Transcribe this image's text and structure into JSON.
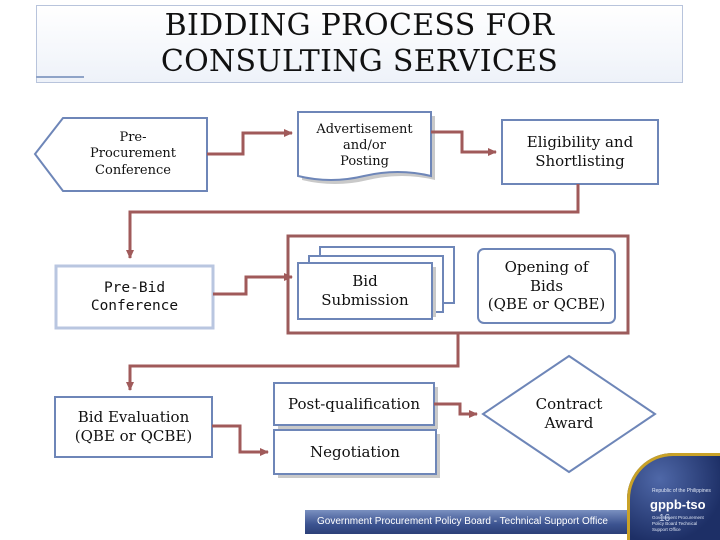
{
  "title": {
    "line1": "BIDDING PROCESS FOR",
    "line2": "CONSULTING SERVICES"
  },
  "nodes": {
    "pre_procurement": "Pre-\nProcurement\nConference",
    "advertisement": "Advertisement\nand/or\nPosting",
    "eligibility": "Eligibility and\nShortlisting",
    "pre_bid": "Pre-Bid\nConference",
    "bid_submission": "Bid\nSubmission",
    "opening_of_bids": "Opening of\nBids\n(QBE or QCBE)",
    "bid_evaluation": "Bid Evaluation\n(QBE or QCBE)",
    "post_qualification": "Post-qualification",
    "negotiation": "Negotiation",
    "contract_award": "Contract\nAward"
  },
  "colors": {
    "box_border": "#6e86b8",
    "connector": "#a05a5a",
    "group_border": "#9c5b5b",
    "node_shadow": "#c8c8c8"
  },
  "footer": {
    "text": "Government Procurement Policy Board - Technical Support Office",
    "page_number": "16"
  },
  "logo": {
    "top_text": "Republic of the Philippines",
    "brand": "gppb-tso",
    "subtext": "Government Procurement Policy Board Technical Support Office"
  }
}
